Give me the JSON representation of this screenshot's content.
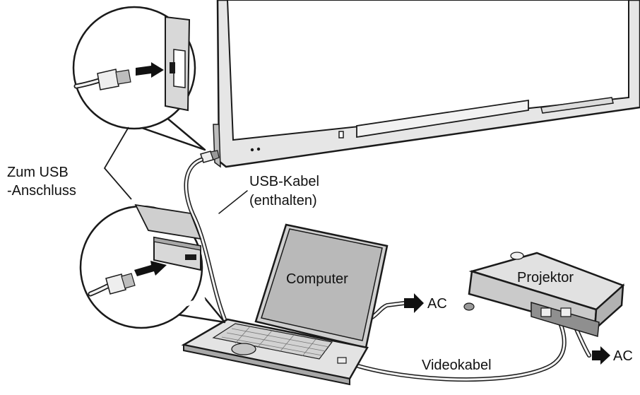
{
  "labels": {
    "usb_port_line1": "Zum USB",
    "usb_port_line2": "-Anschluss",
    "usb_cable_line1": "USB-Kabel",
    "usb_cable_line2": "(enthalten)",
    "computer": "Computer",
    "projector": "Projektor",
    "video_cable": "Videokabel",
    "ac_computer": "AC",
    "ac_projector": "AC"
  },
  "colors": {
    "stroke": "#1a1a1a",
    "board_face": "#ffffff",
    "device_body": "#d4d4d4",
    "device_dark": "#9a9a9a",
    "screen": "#b8b8b8"
  }
}
